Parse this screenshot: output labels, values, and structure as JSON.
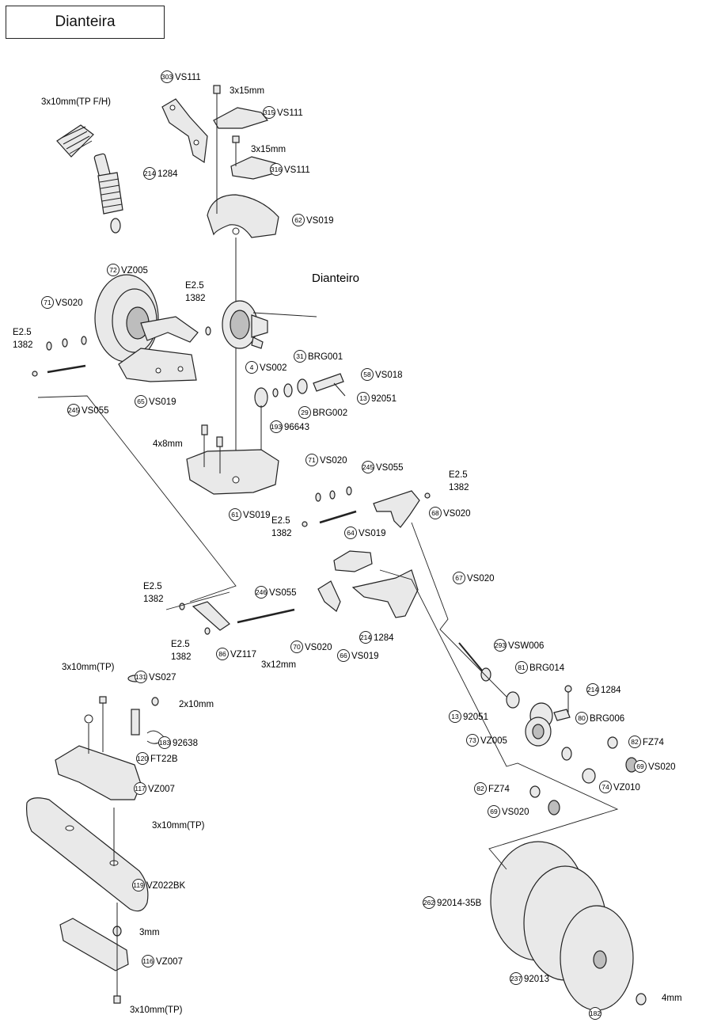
{
  "title": "Dianteira",
  "callouts": [
    {
      "num": "303",
      "code": "VS111"
    },
    {
      "num": "315",
      "code": "VS111"
    },
    {
      "num": "316",
      "code": "VS111"
    },
    {
      "num": "214",
      "code": "1284"
    },
    {
      "num": "62",
      "code": "VS019"
    },
    {
      "num": "72",
      "code": "VZ005"
    },
    {
      "num": "71",
      "code": "VS020"
    },
    {
      "num": "245",
      "code": "VS055"
    },
    {
      "num": "65",
      "code": "VS019"
    },
    {
      "num": "4",
      "code": "VS002"
    },
    {
      "num": "31",
      "code": "BRG001"
    },
    {
      "num": "58",
      "code": "VS018"
    },
    {
      "num": "13",
      "code": "92051"
    },
    {
      "num": "29",
      "code": "BRG002"
    },
    {
      "num": "193",
      "code": "96643"
    },
    {
      "num": "61",
      "code": "VS019"
    },
    {
      "num": "71",
      "code": "VS020"
    },
    {
      "num": "245",
      "code": "VS055"
    },
    {
      "num": "68",
      "code": "VS020"
    },
    {
      "num": "64",
      "code": "VS019"
    },
    {
      "num": "67",
      "code": "VS020"
    },
    {
      "num": "246",
      "code": "VS055"
    },
    {
      "num": "70",
      "code": "VS020"
    },
    {
      "num": "66",
      "code": "VS019"
    },
    {
      "num": "214",
      "code": "1284"
    },
    {
      "num": "86",
      "code": "VZ117"
    },
    {
      "num": "293",
      "code": "VSW006"
    },
    {
      "num": "81",
      "code": "BRG014"
    },
    {
      "num": "214",
      "code": "1284"
    },
    {
      "num": "13",
      "code": "92051"
    },
    {
      "num": "80",
      "code": "BRG006"
    },
    {
      "num": "73",
      "code": "VZ005"
    },
    {
      "num": "82",
      "code": "FZ74"
    },
    {
      "num": "69",
      "code": "VS020"
    },
    {
      "num": "74",
      "code": "VZ010"
    },
    {
      "num": "82",
      "code": "FZ74"
    },
    {
      "num": "69",
      "code": "VS020"
    },
    {
      "num": "131",
      "code": "VS027"
    },
    {
      "num": "183",
      "code": "92638"
    },
    {
      "num": "120",
      "code": "FT22B"
    },
    {
      "num": "117",
      "code": "VZ007"
    },
    {
      "num": "119",
      "code": "VZ022BK"
    },
    {
      "num": "116",
      "code": "VZ007"
    },
    {
      "num": "262",
      "code": "92014-35B"
    },
    {
      "num": "237",
      "code": "92013"
    },
    {
      "num": "182",
      "code": ""
    }
  ],
  "labels": [
    "3x10mm(TP F/H)",
    "3x15mm",
    "3x15mm",
    "Dianteiro",
    "E2.5",
    "1382",
    "E2.5",
    "1382",
    "4x8mm",
    "E2.5",
    "1382",
    "E2.5",
    "1382",
    "E2.5",
    "1382",
    "E2.5",
    "1382",
    "3x12mm",
    "3x10mm(TP)",
    "2x10mm",
    "3x10mm(TP)",
    "3mm",
    "3x10mm(TP)",
    "4mm"
  ]
}
